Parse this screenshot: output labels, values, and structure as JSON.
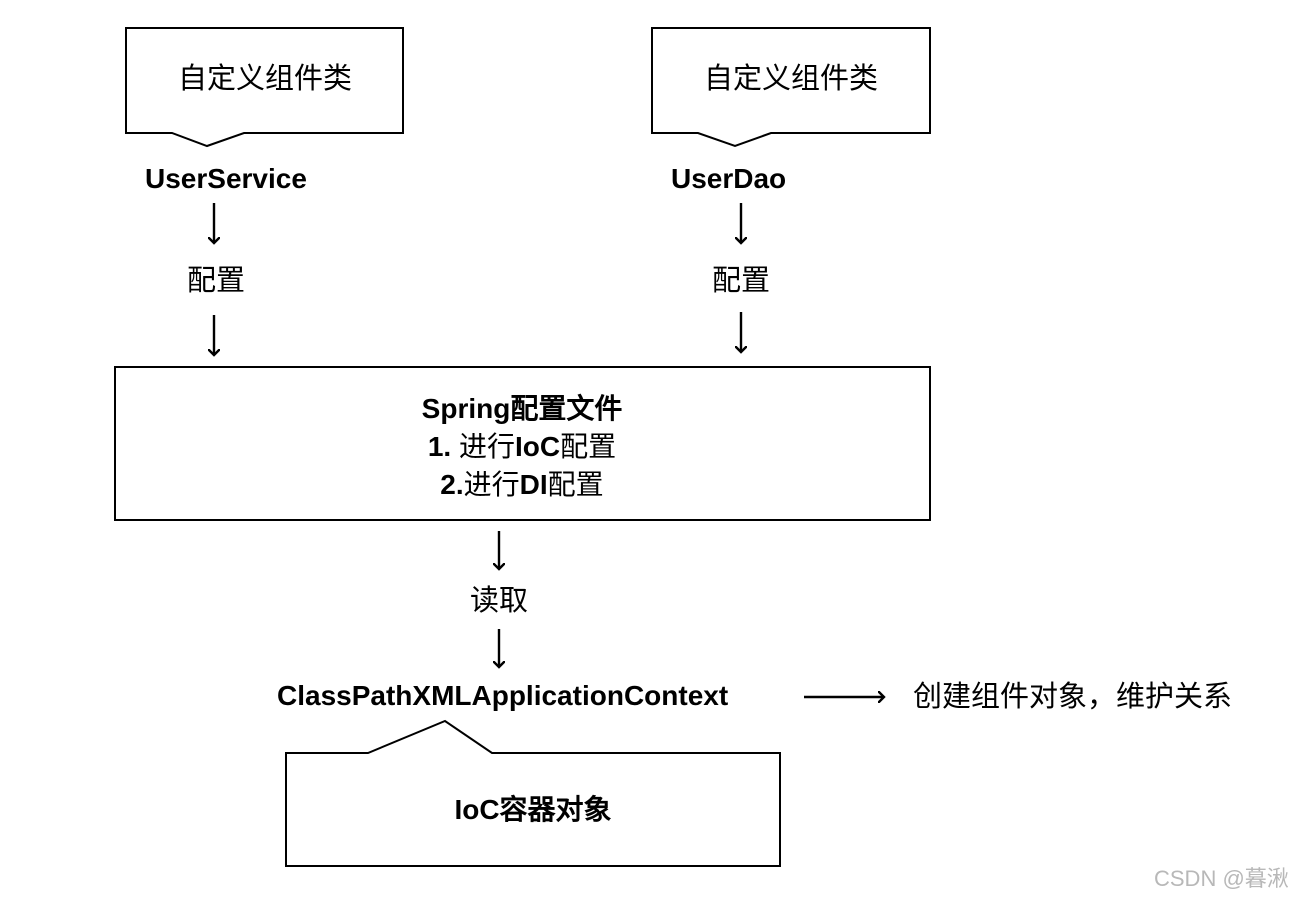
{
  "nodes": {
    "custom_component_left": "自定义组件类",
    "custom_component_right": "自定义组件类",
    "user_service": "UserService",
    "user_dao": "UserDao",
    "config_left": "配置",
    "config_right": "配置",
    "spring_config": {
      "line1": "Spring配置文件",
      "line2_num": "1. ",
      "line2_text": "进行",
      "line2_bold": "IoC",
      "line2_tail": "配置",
      "line3_num": "2.",
      "line3_text": "进行",
      "line3_bold": "DI",
      "line3_tail": "配置"
    },
    "read": "读取",
    "context_class": "ClassPathXMLApplicationContext",
    "create_objects": "创建组件对象，维护关系",
    "ioc_container": "IoC容器对象"
  },
  "watermark": "CSDN @暮湫",
  "colors": {
    "stroke": "#000000",
    "background": "#ffffff",
    "watermark": "#b8b8b8"
  }
}
